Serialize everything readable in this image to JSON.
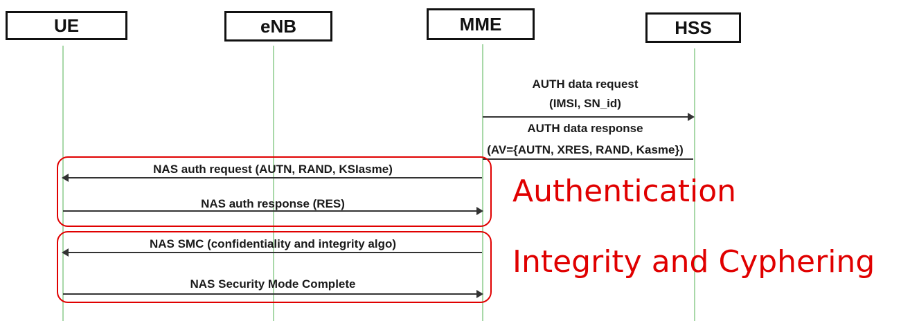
{
  "entities": [
    {
      "id": "ue",
      "label": "UE"
    },
    {
      "id": "enb",
      "label": "eNB"
    },
    {
      "id": "mme",
      "label": "MME"
    },
    {
      "id": "hss",
      "label": "HSS"
    }
  ],
  "messages": {
    "auth_data_request": {
      "line1": "AUTH data request",
      "line2": "(IMSI, SN_id)"
    },
    "auth_data_response": {
      "line1": "AUTH data response",
      "line2": "(AV={AUTN, XRES, RAND, Kasme})"
    },
    "nas_auth_request": "NAS auth request (AUTN, RAND, KSIasme)",
    "nas_auth_response": "NAS auth response (RES)",
    "nas_smc": "NAS SMC (confidentiality and integrity algo)",
    "nas_security_mode_complete": "NAS Security Mode Complete"
  },
  "groups": {
    "authentication": "Authentication",
    "integrity_cyphering": "Integrity and Cyphering"
  },
  "colors": {
    "group_accent": "#e00000",
    "lifeline": "#a8d8a8",
    "arrow": "#333333"
  }
}
